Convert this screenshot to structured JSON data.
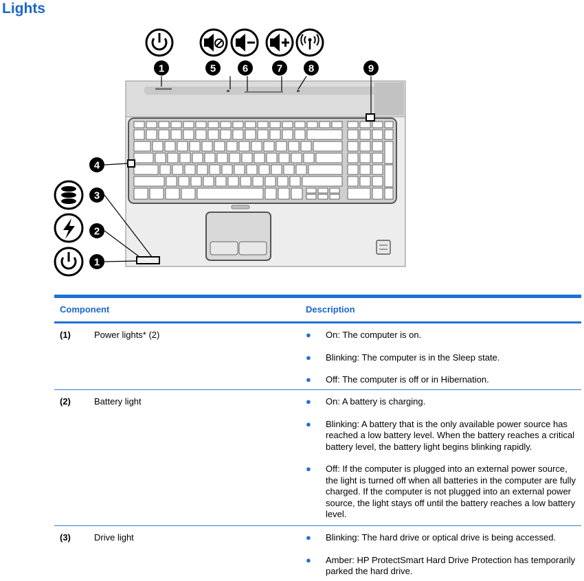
{
  "page": {
    "title": "Lights"
  },
  "figure": {
    "callouts": [
      "1",
      "5",
      "6",
      "7",
      "8",
      "9",
      "4",
      "3",
      "2",
      "1"
    ],
    "icons": [
      "power-icon",
      "mute-icon",
      "volume-down-icon",
      "volume-up-icon",
      "wireless-icon",
      "drive-icon",
      "battery-icon",
      "power-icon"
    ]
  },
  "table": {
    "headers": {
      "component": "Component",
      "description": "Description"
    },
    "rows": [
      {
        "num": "(1)",
        "name": "Power lights* (2)",
        "bullets": [
          "On: The computer is on.",
          "Blinking: The computer is in the Sleep state.",
          "Off: The computer is off or in Hibernation."
        ]
      },
      {
        "num": "(2)",
        "name": "Battery light",
        "bullets": [
          "On: A battery is charging.",
          "Blinking: A battery that is the only available power source has reached a low battery level. When the battery reaches a critical battery level, the battery light begins blinking rapidly.",
          "Off: If the computer is plugged into an external power source, the light is turned off when all batteries in the computer are fully charged. If the computer is not plugged into an external power source, the light stays off until the battery reaches a low battery level."
        ]
      },
      {
        "num": "(3)",
        "name": "Drive light",
        "bullets": [
          "Blinking: The hard drive or optical drive is being accessed.",
          "Amber: HP ProtectSmart Hard Drive Protection has temporarily parked the hard drive."
        ]
      }
    ]
  }
}
